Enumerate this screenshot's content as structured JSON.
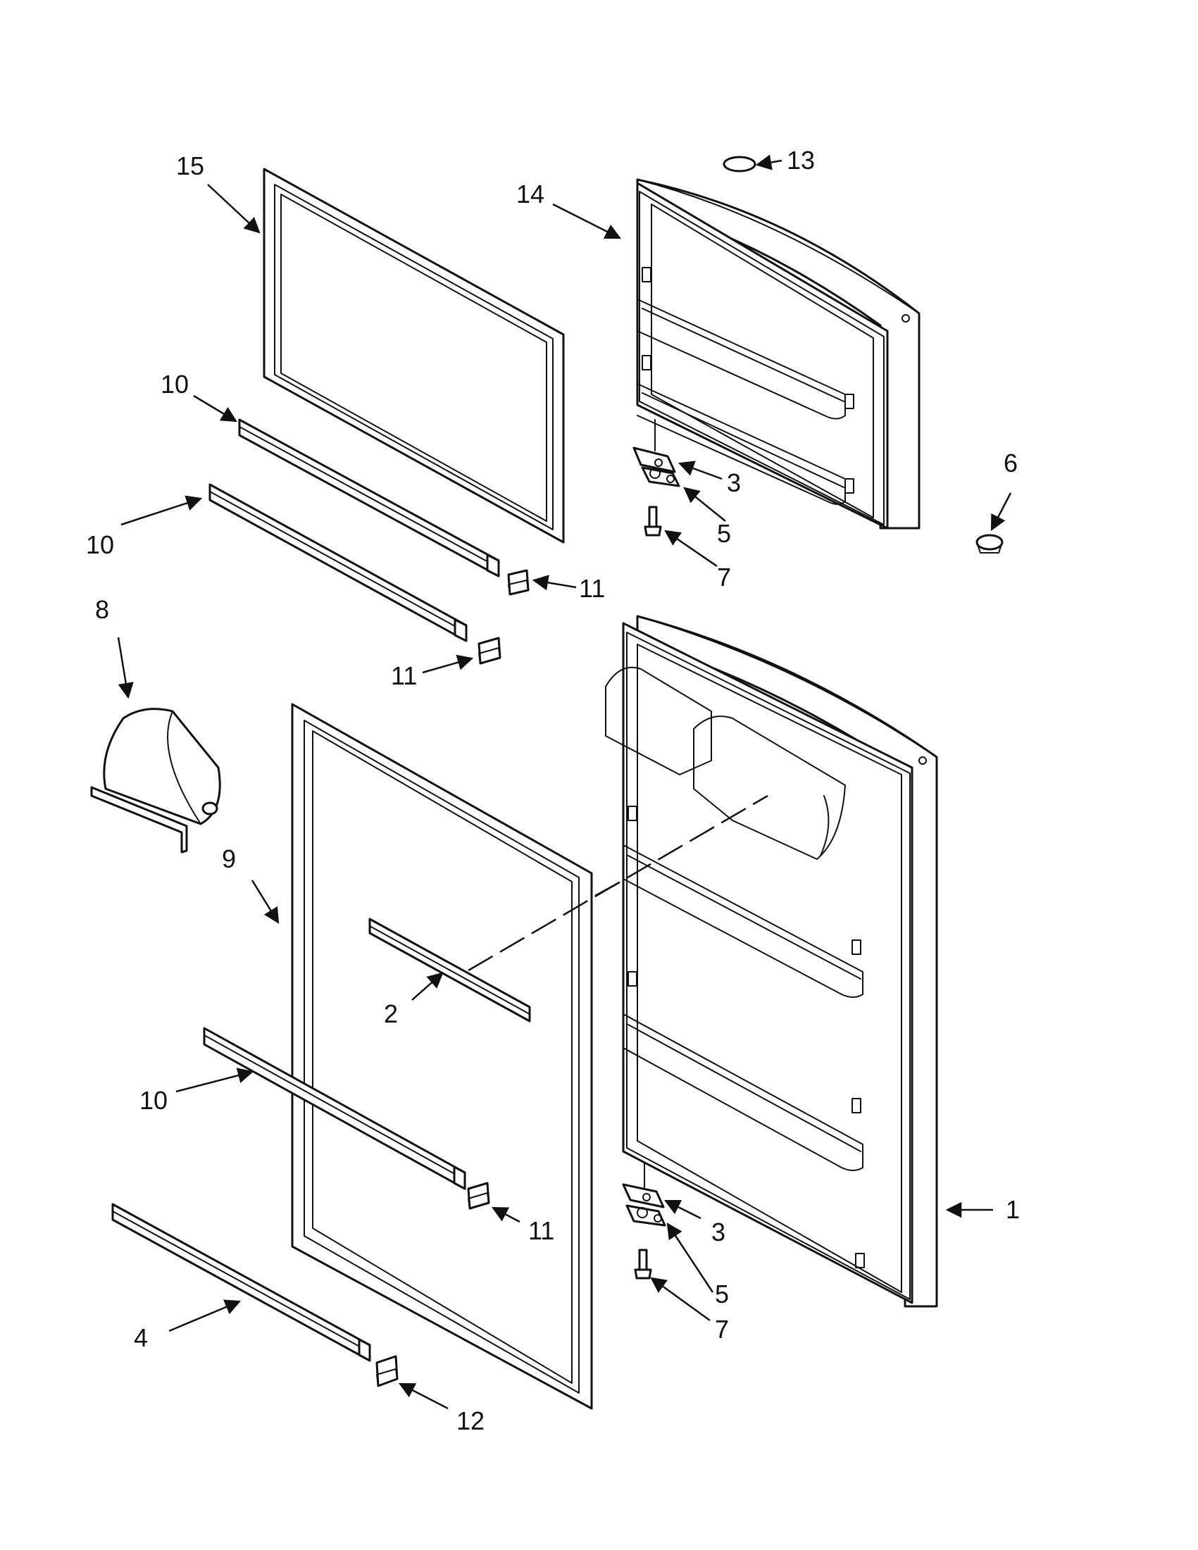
{
  "callouts": [
    {
      "id": "c1",
      "label": "1"
    },
    {
      "id": "c2",
      "label": "2"
    },
    {
      "id": "c3a",
      "label": "3"
    },
    {
      "id": "c3b",
      "label": "3"
    },
    {
      "id": "c4",
      "label": "4"
    },
    {
      "id": "c5a",
      "label": "5"
    },
    {
      "id": "c5b",
      "label": "5"
    },
    {
      "id": "c6",
      "label": "6"
    },
    {
      "id": "c7a",
      "label": "7"
    },
    {
      "id": "c7b",
      "label": "7"
    },
    {
      "id": "c8",
      "label": "8"
    },
    {
      "id": "c9",
      "label": "9"
    },
    {
      "id": "c10a",
      "label": "10"
    },
    {
      "id": "c10b",
      "label": "10"
    },
    {
      "id": "c10c",
      "label": "10"
    },
    {
      "id": "c11a",
      "label": "11"
    },
    {
      "id": "c11b",
      "label": "11"
    },
    {
      "id": "c11c",
      "label": "11"
    },
    {
      "id": "c12",
      "label": "12"
    },
    {
      "id": "c13",
      "label": "13"
    },
    {
      "id": "c14",
      "label": "14"
    },
    {
      "id": "c15",
      "label": "15"
    }
  ]
}
